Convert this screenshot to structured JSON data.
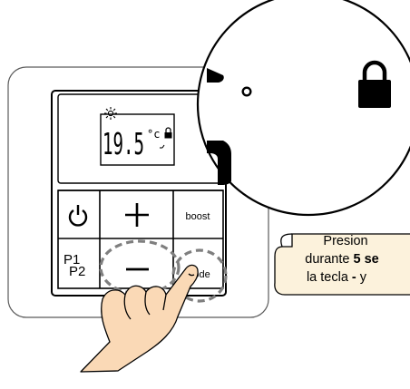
{
  "thermostat": {
    "display": {
      "temperature": "19.5",
      "temperature_unit": "°c",
      "sun_icon": "sun-icon",
      "lock_icon": "lock-icon"
    },
    "buttons": {
      "power_icon": "power-icon",
      "plus_icon": "plus-icon",
      "minus_icon": "minus-icon",
      "boost_label": "boost",
      "mode_label": "mode",
      "p1_label": "P1",
      "p2_label": "P2"
    }
  },
  "zoom": {
    "lock_icon": "lock-icon"
  },
  "callout": {
    "line1": "Presion",
    "line2_pre": "durante ",
    "line2_bold": "5 se",
    "line3_pre": "la tecla ",
    "line3_bold": "-",
    "line3_post": " y"
  },
  "colors": {
    "callout_bg": "#fcf2dc",
    "hand_fill": "#fad9b6",
    "dashed_circle": "#7f7f7f"
  }
}
